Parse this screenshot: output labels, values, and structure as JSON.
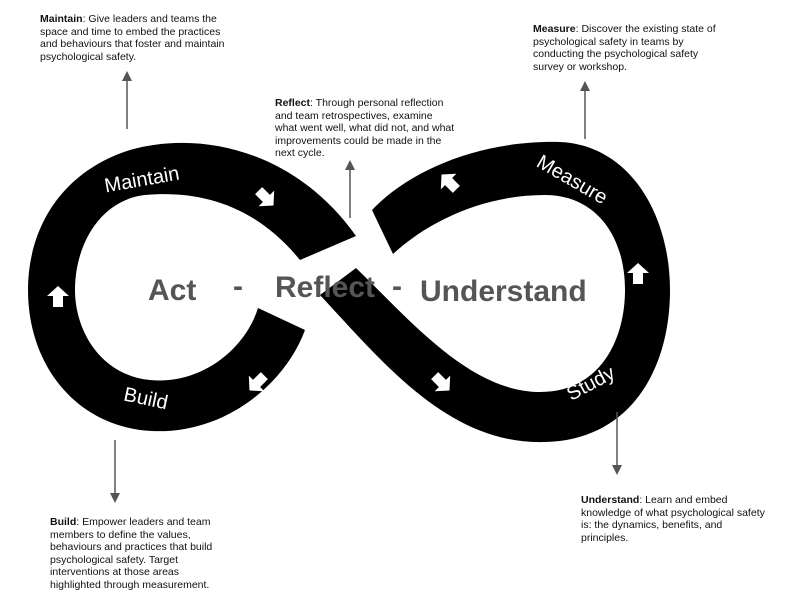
{
  "colors": {
    "band": "#000000",
    "band_text": "#ffffff",
    "center_text": "#555555",
    "arrow": "#555555",
    "note_text": "#111111"
  },
  "center": {
    "act": "Act",
    "dash_left": "-",
    "reflect": "Reflect",
    "dash_right": "-",
    "understand": "Understand"
  },
  "band_labels": {
    "maintain": "Maintain",
    "measure": "Measure",
    "build": "Build",
    "study": "Study"
  },
  "notes": {
    "maintain": {
      "title": "Maintain",
      "body": ": Give leaders and teams the space and time to embed the practices and behaviours that foster and maintain psychological safety."
    },
    "reflect": {
      "title": "Reflect",
      "body": ": Through personal reflection and team retrospectives, examine what went well, what did not, and what improvements could be made in the next cycle."
    },
    "measure": {
      "title": "Measure",
      "body": ": Discover the existing state of psychological safety in teams by conducting the psychological safety survey or workshop."
    },
    "understand": {
      "title": "Understand",
      "body": ": Learn and embed knowledge of what psychological safety is: the dynamics, benefits, and principles."
    },
    "build": {
      "title": "Build",
      "body": ": Empower leaders and team members to define the values, behaviours and practices that build psychological safety. Target interventions at those areas highlighted through measurement."
    }
  },
  "icons": {
    "band_arrows": "block-arrow-icon",
    "connectors": "arrow-icon"
  }
}
